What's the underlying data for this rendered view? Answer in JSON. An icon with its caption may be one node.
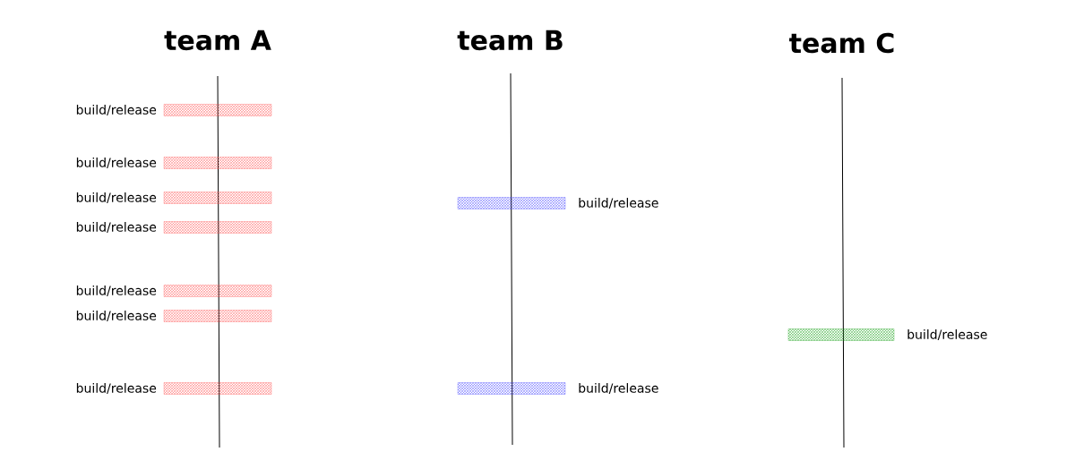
{
  "diagram": {
    "nodes": [
      {
        "text": [
          "team A"
        ]
      },
      {
        "text": [
          "team B"
        ]
      },
      {
        "text": [
          "team C"
        ]
      },
      {
        "text": [],
        "shape": "bar",
        "in": 0,
        "beside": [
          "build/release"
        ]
      },
      {
        "text": [],
        "shape": "bar",
        "in": 0,
        "beside": [
          "build/release"
        ]
      },
      {
        "text": [],
        "shape": "bar",
        "in": 0,
        "beside": [
          "build/release"
        ]
      },
      {
        "text": [],
        "shape": "bar",
        "in": 0,
        "beside": [
          "build/release"
        ]
      },
      {
        "text": [],
        "shape": "bar",
        "in": 0,
        "beside": [
          "build/release"
        ]
      },
      {
        "text": [],
        "shape": "bar",
        "in": 0,
        "beside": [
          "build/release"
        ]
      },
      {
        "text": [],
        "shape": "bar",
        "in": 0,
        "beside": [
          "build/release"
        ]
      },
      {
        "text": [],
        "shape": "bar",
        "in": 1,
        "beside": [
          "build/release"
        ]
      },
      {
        "text": [],
        "shape": "bar",
        "in": 1,
        "beside": [
          "build/release"
        ]
      },
      {
        "text": [],
        "shape": "bar",
        "in": 2,
        "beside": [
          "build/release"
        ]
      }
    ]
  }
}
